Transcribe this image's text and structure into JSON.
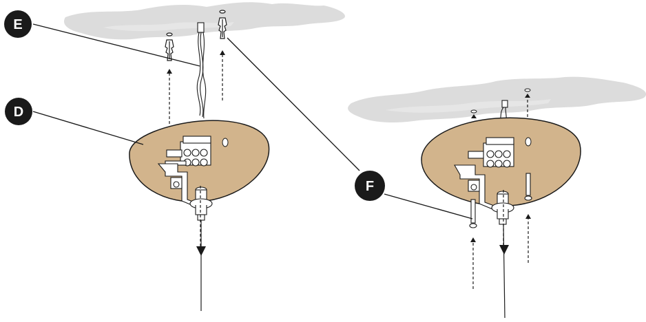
{
  "callouts": {
    "e": "E",
    "d": "D",
    "f": "F"
  },
  "colors": {
    "ceiling": "#dcdcdc",
    "canopy_fill": "#d2b48c",
    "line": "#1a1a1a",
    "callout_bg": "#1a1a1a",
    "callout_text": "#ffffff"
  }
}
